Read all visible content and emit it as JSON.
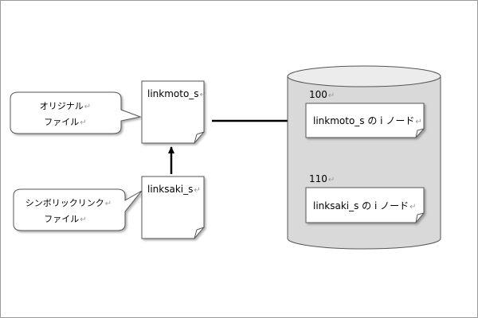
{
  "callouts": {
    "original": {
      "line1": "オリジナル",
      "line2": "ファイル"
    },
    "symlink": {
      "line1": "シンボリックリンク",
      "line2": "ファイル"
    }
  },
  "files": {
    "original": {
      "name": "linkmoto_s"
    },
    "symlink": {
      "name": "linksaki_s"
    }
  },
  "disk": {
    "inode1": {
      "number": "100",
      "label": "linkmoto_s の i ノード"
    },
    "inode2": {
      "number": "110",
      "label": "linksaki_s の i ノード"
    }
  },
  "marks": {
    "return": "↵"
  }
}
